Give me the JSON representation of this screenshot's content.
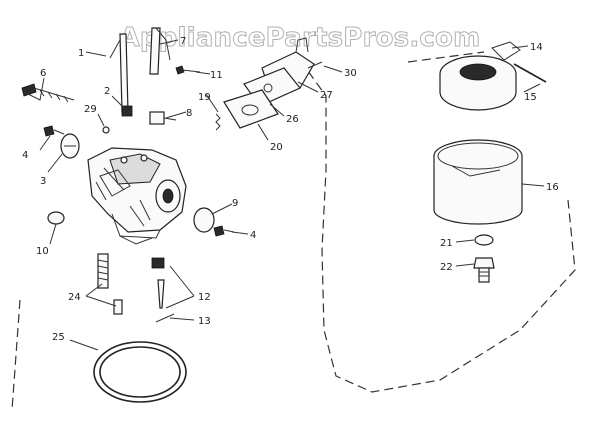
{
  "watermark": "AppliancePartsPros.com",
  "labels": {
    "l1": "1",
    "l2": "2",
    "l3": "3",
    "l4a": "4",
    "l4b": "4",
    "l6": "6",
    "l7": "7",
    "l8": "8",
    "l9": "9",
    "l10": "10",
    "l11": "11",
    "l12": "12",
    "l13": "13",
    "l14": "14",
    "l15": "15",
    "l16": "16",
    "l19": "19",
    "l20": "20",
    "l21": "21",
    "l22": "22",
    "l24": "24",
    "l25": "25",
    "l26": "26",
    "l27": "27",
    "l29": "29",
    "l30": "30"
  }
}
